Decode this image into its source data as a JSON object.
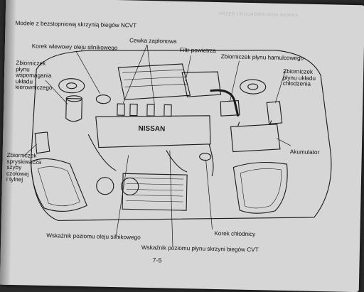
{
  "header": {
    "title": "Modele z bezstopniową skrzynią biegów NCVT",
    "faint_section": "PRZED URUCHOMIENIEM SILNIKA"
  },
  "labels": {
    "oil_filler_cap": "Korek wlewowy oleju silnikowego",
    "ignition_coil": "Cewka zapłonowa",
    "air_filter": "Filtr powietrza",
    "brake_fluid_reservoir": "Zbiorniczek płynu hamulcowego",
    "coolant_reservoir": "Zbiorniczek płynu układu chłodzenia",
    "power_steering_reservoir": "Zbiorniczek płynu wspomagania układu kierowniczego",
    "washer_reservoir": "Zbiorniczek spryskiwacza szyby czołowej i tylnej",
    "battery": "Akumulator",
    "radiator_cap": "Korek chłodnicy",
    "oil_dipstick": "Wskaźnik poziomu oleju silnikowego",
    "cvt_dipstick": "Wskaźnik poziomu płynu skrzyni biegów CVT"
  },
  "engine_badge": "NISSAN",
  "footer": {
    "page_number": "7-5"
  }
}
